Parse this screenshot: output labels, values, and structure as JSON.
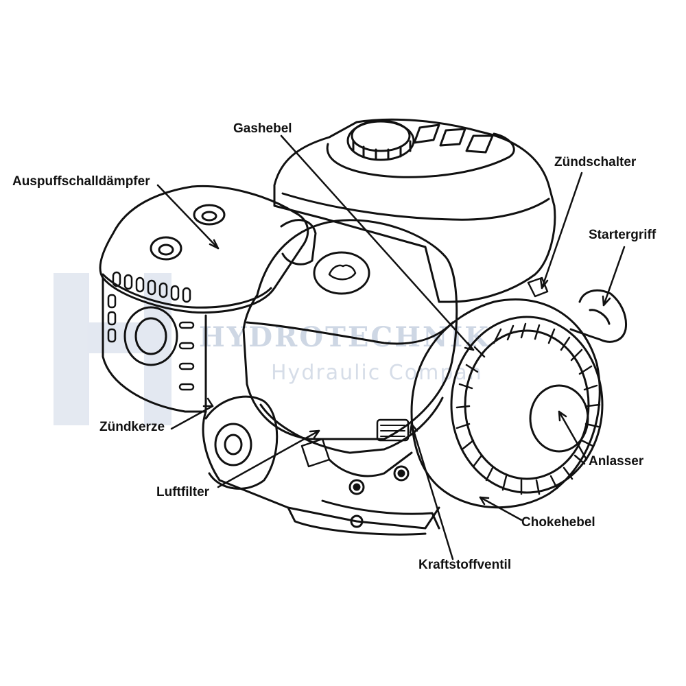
{
  "labels": {
    "gashebel": "Gashebel",
    "zuendschalter": "Zündschalter",
    "auspuff": "Auspuffschalldämpfer",
    "startergriff": "Startergriff",
    "zuendkerze": "Zündkerze",
    "anlasser": "Anlasser",
    "luftfilter": "Luftfilter",
    "chokehebel": "Chokehebel",
    "kraftstoffventil": "Kraftstoffventil"
  },
  "watermark": {
    "brand": "HYDROTECHNIK",
    "tagline": "Hydraulic Compan"
  },
  "colors": {
    "line": "#111111",
    "watermark": "#dfe5ef",
    "watermark_text": "#c9d3e2"
  }
}
